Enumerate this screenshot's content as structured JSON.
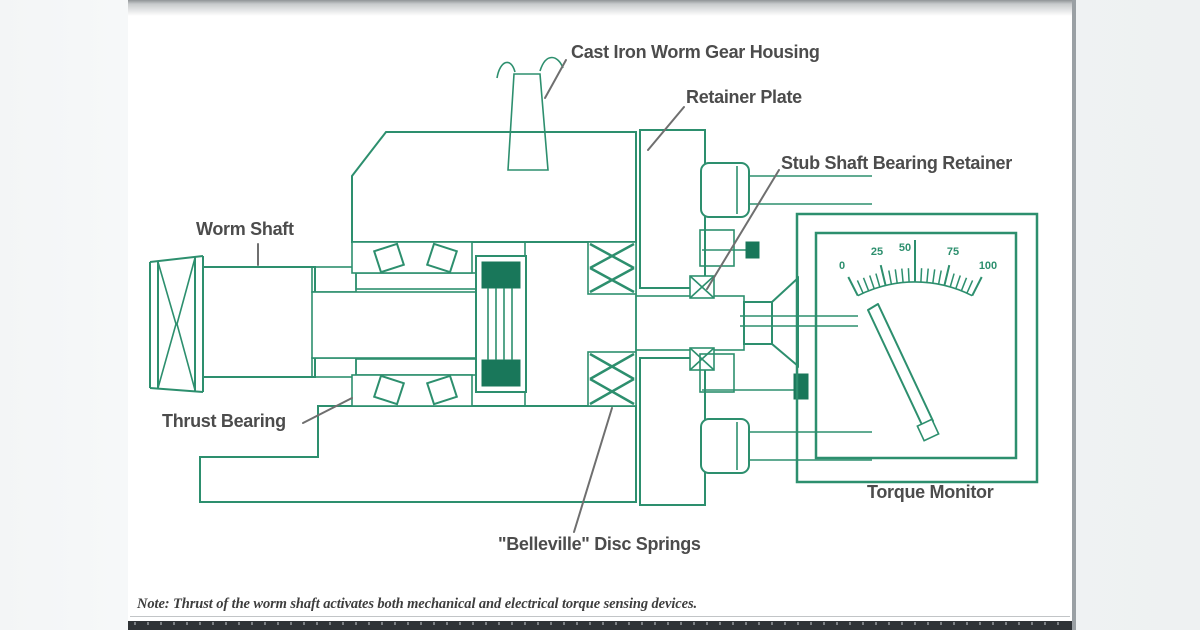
{
  "page": {
    "colors": {
      "diagram_green": "#2d8f6e",
      "diagram_green_dark": "#19775a",
      "hatch_green": "#3aa182",
      "leader_gray": "#6f6f6f",
      "label_gray": "#4c4c4c",
      "card_border": "#9aa0a4",
      "bottom_bar": "#2f3337"
    }
  },
  "diagram": {
    "labels": {
      "cast_iron_housing": "Cast Iron Worm Gear Housing",
      "retainer_plate": "Retainer Plate",
      "stub_shaft_bearing_retainer": "Stub Shaft Bearing Retainer",
      "worm_shaft": "Worm Shaft",
      "thrust_bearing": "Thrust Bearing",
      "belleville_disc_springs": "\"Belleville\" Disc Springs",
      "torque_monitor": "Torque Monitor"
    },
    "gauge": {
      "unit_range": [
        0,
        100
      ],
      "tick_labels": [
        "0",
        "25",
        "50",
        "75",
        "100"
      ]
    },
    "note": "Note: Thrust of the worm shaft activates both mechanical and electrical torque sensing devices."
  }
}
